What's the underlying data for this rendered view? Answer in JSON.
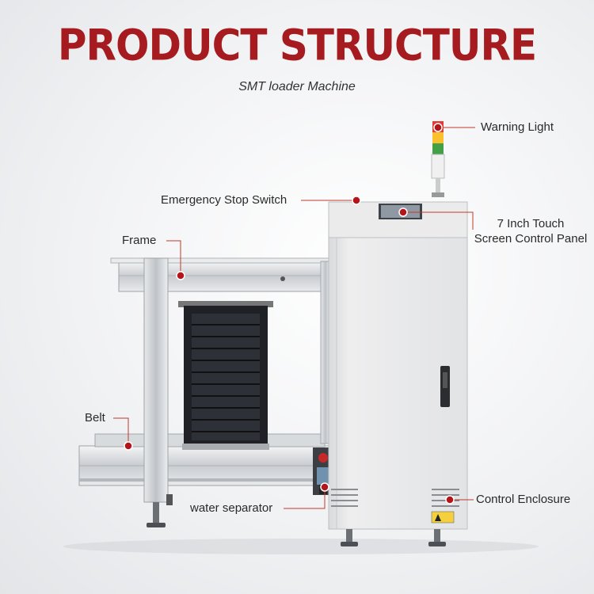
{
  "header": {
    "title": "PRODUCT STRUCTURE",
    "subtitle": "SMT loader Machine"
  },
  "colors": {
    "title": "#a61b1f",
    "callout_dot": "#b3151b",
    "callout_line": "#c0392b"
  },
  "callouts": {
    "warning_light": "Warning Light",
    "emergency_stop": "Emergency Stop Switch",
    "touch_panel_line1": "7 Inch Touch",
    "touch_panel_line2": "Screen Control Panel",
    "frame": "Frame",
    "belt": "Belt",
    "water_separator": "water separator",
    "control_enclosure": "Control Enclosure"
  }
}
